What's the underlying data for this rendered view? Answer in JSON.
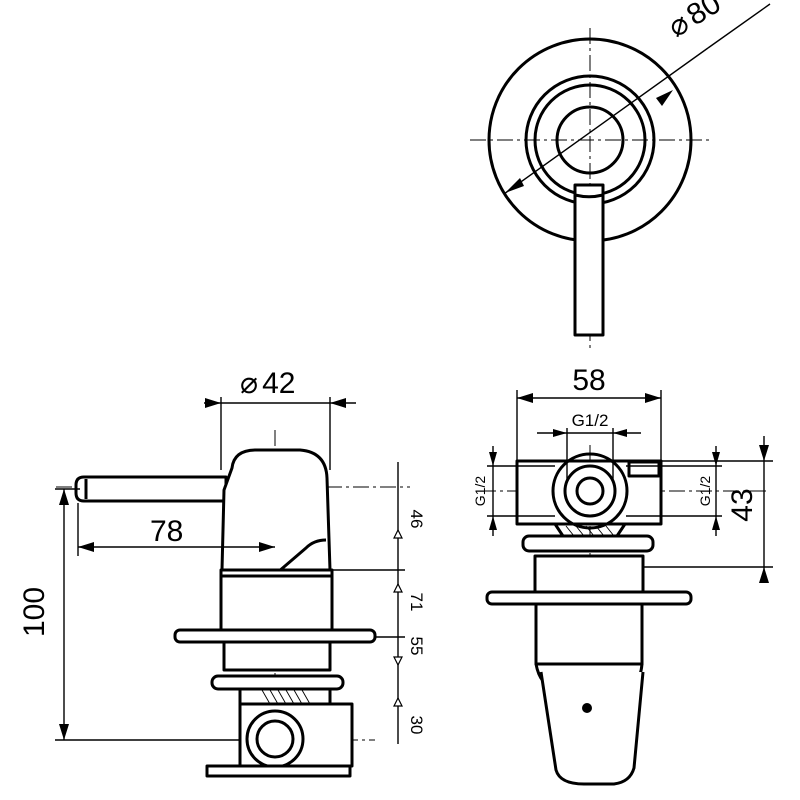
{
  "front_view": {
    "diameter_label": "80"
  },
  "side_view": {
    "diameter_label": "42",
    "lever_length_label": "78",
    "total_height_label": "100",
    "right_dims": [
      "46",
      "71",
      "55",
      "30"
    ]
  },
  "end_view": {
    "width_label": "58",
    "thread_top_label": "G1/2",
    "thread_left_label": "G1/2",
    "thread_right_label": "G1/2",
    "height_label": "43"
  }
}
